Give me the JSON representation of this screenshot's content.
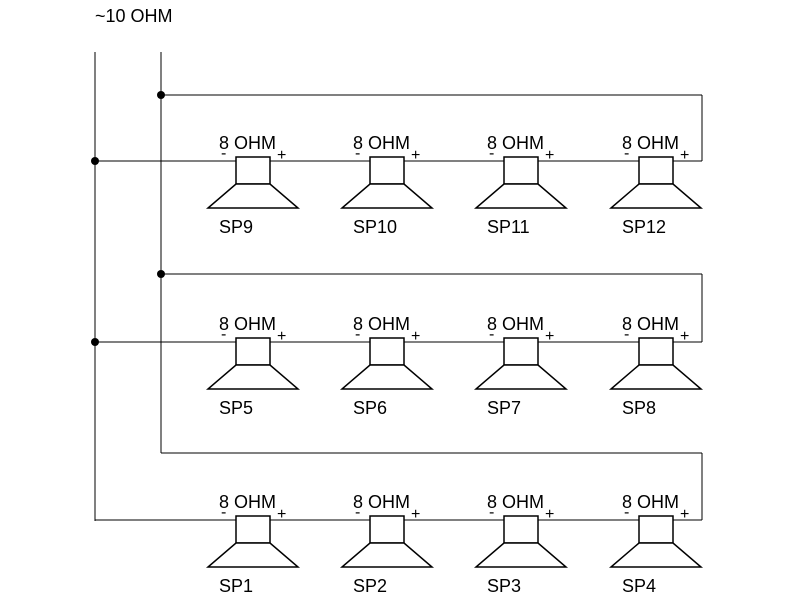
{
  "title": "~10 OHM",
  "rows": [
    {
      "speakers": [
        {
          "rating": "8 OHM",
          "name": "SP9",
          "minus": "-",
          "plus": "+"
        },
        {
          "rating": "8 OHM",
          "name": "SP10",
          "minus": "-",
          "plus": "+"
        },
        {
          "rating": "8 OHM",
          "name": "SP11",
          "minus": "-",
          "plus": "+"
        },
        {
          "rating": "8 OHM",
          "name": "SP12",
          "minus": "-",
          "plus": "+"
        }
      ]
    },
    {
      "speakers": [
        {
          "rating": "8 OHM",
          "name": "SP5",
          "minus": "-",
          "plus": "+"
        },
        {
          "rating": "8 OHM",
          "name": "SP6",
          "minus": "-",
          "plus": "+"
        },
        {
          "rating": "8 OHM",
          "name": "SP7",
          "minus": "-",
          "plus": "+"
        },
        {
          "rating": "8 OHM",
          "name": "SP8",
          "minus": "-",
          "plus": "+"
        }
      ]
    },
    {
      "speakers": [
        {
          "rating": "8 OHM",
          "name": "SP1",
          "minus": "-",
          "plus": "+"
        },
        {
          "rating": "8 OHM",
          "name": "SP2",
          "minus": "-",
          "plus": "+"
        },
        {
          "rating": "8 OHM",
          "name": "SP3",
          "minus": "-",
          "plus": "+"
        },
        {
          "rating": "8 OHM",
          "name": "SP4",
          "minus": "-",
          "plus": "+"
        }
      ]
    }
  ]
}
